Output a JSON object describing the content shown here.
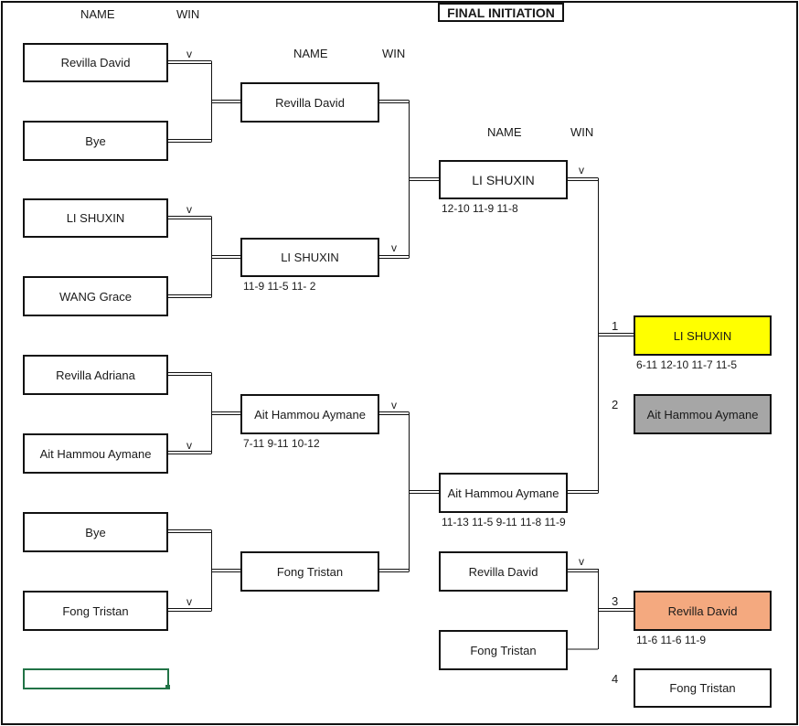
{
  "title": "FINAL INITIATION",
  "headers": {
    "name": "NAME",
    "win": "WIN"
  },
  "win_mark": "v",
  "round1": [
    {
      "name": "Revilla David",
      "win": true
    },
    {
      "name": "Bye",
      "win": false
    },
    {
      "name": "LI SHUXIN",
      "win": true
    },
    {
      "name": "WANG Grace",
      "win": false
    },
    {
      "name": "Revilla Adriana",
      "win": false
    },
    {
      "name": "Ait Hammou Aymane",
      "win": true
    },
    {
      "name": "Bye",
      "win": false
    },
    {
      "name": "Fong Tristan",
      "win": true
    }
  ],
  "round2": [
    {
      "name": "Revilla David",
      "win": false,
      "score": ""
    },
    {
      "name": "LI SHUXIN",
      "win": true,
      "score": "11-9 11-5 11- 2"
    },
    {
      "name": "Ait Hammou Aymane",
      "win": true,
      "score": "7-11 9-11 10-12"
    },
    {
      "name": "Fong Tristan",
      "win": false,
      "score": ""
    }
  ],
  "semifinal": [
    {
      "name": "LI SHUXIN",
      "win": true,
      "score": "12-10 11-9 11-8"
    },
    {
      "name": "Ait Hammou Aymane",
      "win": false,
      "score": "11-13 11-5 9-11 11-8 11-9"
    }
  ],
  "third_place_match": [
    {
      "name": "Revilla David",
      "win": true
    },
    {
      "name": "Fong Tristan",
      "win": false
    }
  ],
  "standings": [
    {
      "rank": "1",
      "name": "LI SHUXIN",
      "score": "6-11 12-10 11-7 11-5",
      "color": "#FFFF00"
    },
    {
      "rank": "2",
      "name": "Ait Hammou Aymane",
      "score": "",
      "color": "#A6A6A6"
    },
    {
      "rank": "3",
      "name": "Revilla David",
      "score": "11-6 11-6 11-9",
      "color": "#F4A97F"
    },
    {
      "rank": "4",
      "name": "Fong Tristan",
      "score": "",
      "color": "#FFFFFF"
    }
  ],
  "selected_cell": {
    "value": ""
  }
}
